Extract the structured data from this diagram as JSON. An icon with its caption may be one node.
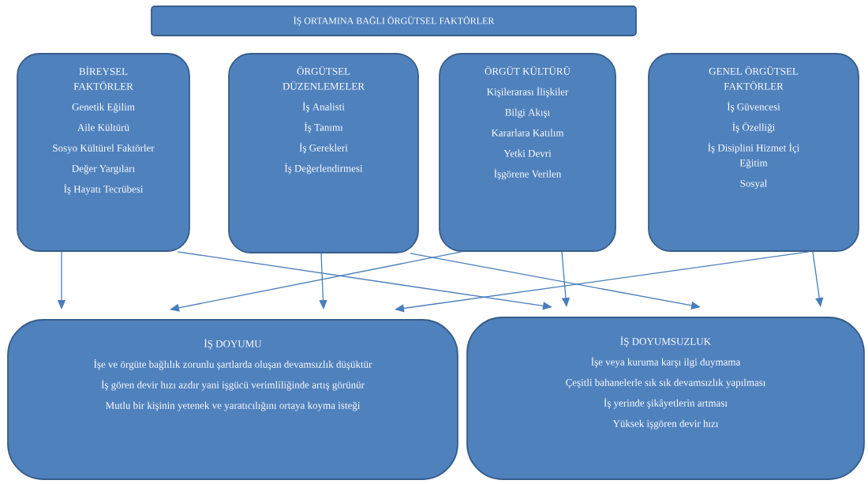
{
  "diagram": {
    "nodes": [
      {
        "text": [
          "İŞ ORTAMINA BAĞLI ÖRGÜTSEL FAKTÖRLER"
        ]
      },
      {
        "text": [
          "BİREYSEL FAKTÖRLER",
          "Genetik Eğilim",
          "Aile Kültürü",
          "Sosyo Kültürel Faktörler",
          "Değer Yargıları",
          "İş Hayatı Tecrübesi"
        ]
      },
      {
        "text": [
          "ÖRGÜTSEL DÜZENLEMELER",
          "İş Analisti",
          "İş Tanımı",
          "İş Gerekleri",
          "İş Değerlendirmesi"
        ]
      },
      {
        "text": [
          "ÖRGÜT KÜLTÜRÜ",
          "Kişilerarası İlişkiler",
          "Bilgi Akışı",
          "Kararlara Katılım",
          "Yetki Devri",
          "İşgörene Verilen"
        ]
      },
      {
        "text": [
          "GENEL ÖRGÜTSEL FAKTÖRLER",
          "İş Güvencesi",
          "İş Özelliği",
          "İş Disiplini Hizmet İçi Eğitim",
          "Sosyal"
        ]
      },
      {
        "text": [
          "İŞ DOYUMU",
          "İşe ve örgüte bağlılık zorunlu şartlarda oluşan devamsızlık düşüktür",
          "İş gören devir hızı azdır yani işgücü verimliliğinde artış görünür",
          "Mutlu bir kişinin yetenek ve yaratıcılığını ortaya koyma isteği"
        ]
      },
      {
        "text": [
          "İŞ DOYUMSUZLUK",
          "İşe veya kuruma karşı ilgi duymama",
          "Çeşitli bahanelerle sık sık devamsızlık yapılması",
          "İş yerinde şikâyetlerin artması",
          "Yüksek işgören devir hızı"
        ]
      }
    ],
    "edges": [
      {
        "from": 1,
        "to": 5,
        "arrow": "to"
      },
      {
        "from": 1,
        "to": 6,
        "arrow": "to"
      },
      {
        "from": 2,
        "to": 5,
        "arrow": "to"
      },
      {
        "from": 2,
        "to": 6,
        "arrow": "to"
      },
      {
        "from": 3,
        "to": 5,
        "arrow": "to"
      },
      {
        "from": 3,
        "to": 6,
        "arrow": "to"
      },
      {
        "from": 4,
        "to": 5,
        "arrow": "to"
      },
      {
        "from": 4,
        "to": 6,
        "arrow": "to"
      }
    ]
  }
}
